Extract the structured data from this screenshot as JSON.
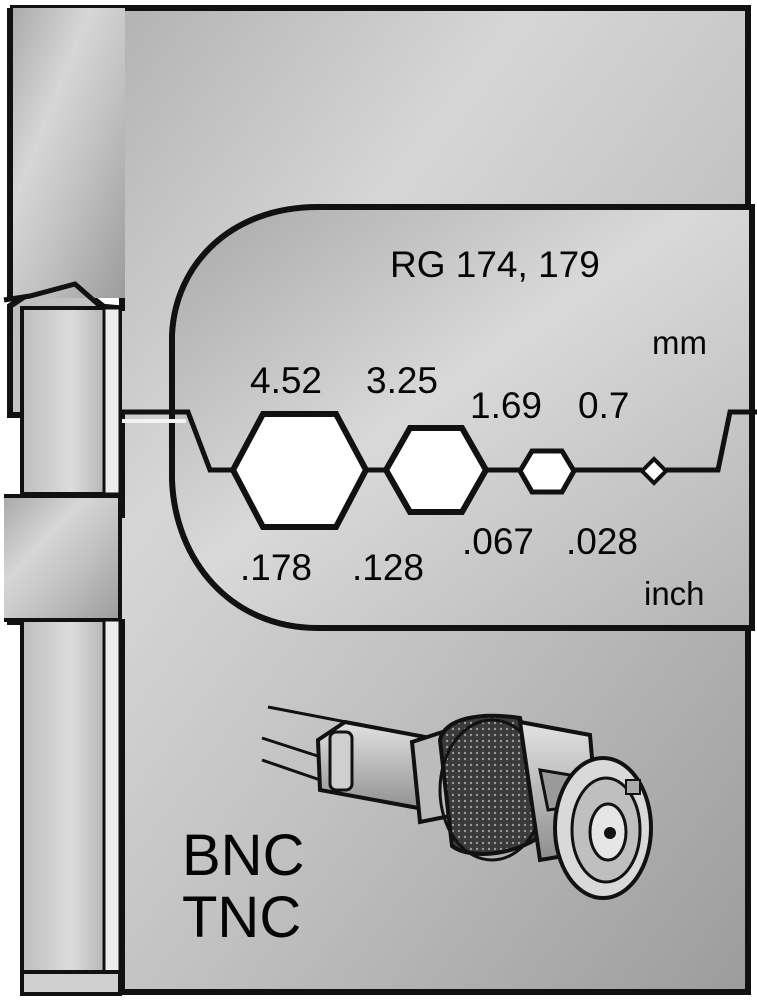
{
  "cable_types": "RG 174, 179",
  "units": {
    "metric": "mm",
    "imperial": "inch"
  },
  "crimp_sizes": [
    {
      "mm": "4.52",
      "inch": ".178"
    },
    {
      "mm": "3.25",
      "inch": ".128"
    },
    {
      "mm": "1.69",
      "inch": ".067"
    },
    {
      "mm": "0.7",
      "inch": ".028"
    }
  ],
  "connector_types": [
    "BNC",
    "TNC"
  ],
  "colors": {
    "plate_light": "#d4d4d4",
    "plate_dark": "#9a9a9a",
    "outline": "#111111",
    "text": "#050505"
  }
}
